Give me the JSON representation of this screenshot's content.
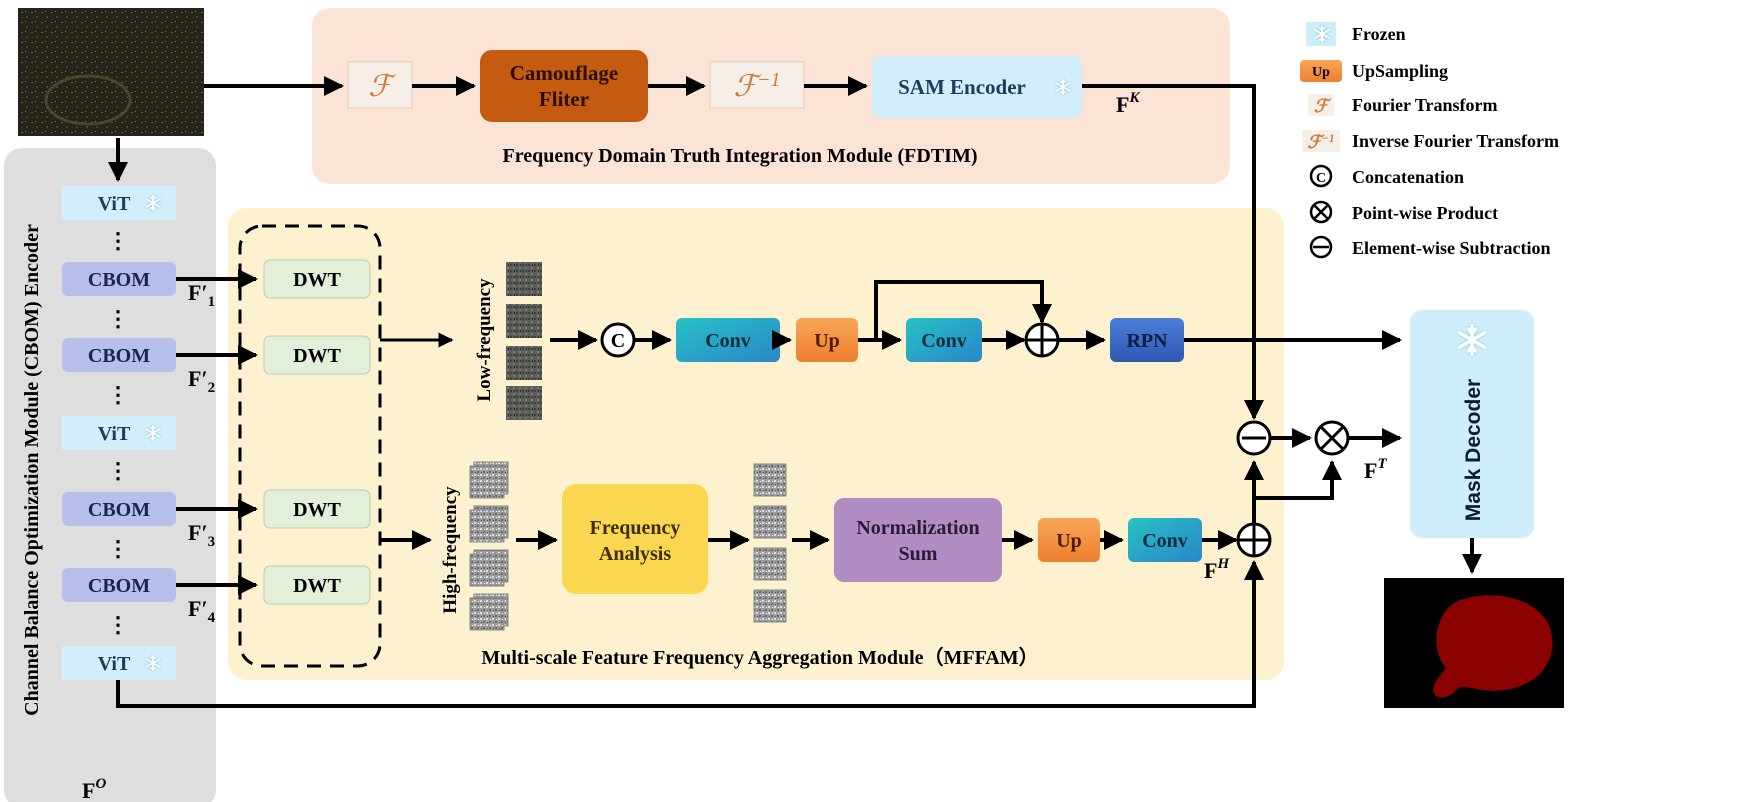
{
  "colors": {
    "fdtim_panel": "#fbe4d6",
    "mffam_panel": "#fdf1cf",
    "encoder_panel": "#dedede",
    "vit_block": "#d2eefb",
    "cbom_block": "#b5bfea",
    "dwt_block": "#e2f0d9",
    "camouflage_filter": "#c55a11",
    "conv_block": "#1aa6c4",
    "up_block": "#f2903d",
    "rpn_block": "#3a68c6",
    "frequency_analysis": "#fbd651",
    "normalization_sum": "#b28dc4",
    "mask_decoder": "#cfeefb",
    "mask_red": "#8b0000"
  },
  "encoder": {
    "title": "Channel Balance Optimization Module (CBOM) Encoder",
    "vit_label": "ViT",
    "cbom_label": "CBOM",
    "ellipsis": "⋮",
    "features": {
      "f1": {
        "base": "F",
        "prime": "′",
        "sub": "1"
      },
      "f2": {
        "base": "F",
        "prime": "′",
        "sub": "2"
      },
      "f3": {
        "base": "F",
        "prime": "′",
        "sub": "3"
      },
      "f4": {
        "base": "F",
        "prime": "′",
        "sub": "4"
      },
      "fo": {
        "base": "F",
        "sup": "O"
      }
    }
  },
  "fdtim": {
    "title": "Frequency Domain Truth Integration Module (FDTIM)",
    "fourier_symbol": "ℱ",
    "inverse_fourier_symbol": "ℱ",
    "inverse_sup": "−1",
    "camouflage_filter": [
      "Camouflage",
      "Fliter"
    ],
    "sam_encoder": "SAM Encoder",
    "fk": {
      "base": "F",
      "sup": "K"
    }
  },
  "mffam": {
    "title": "Multi-scale Feature Frequency Aggregation Module（MFFAM）",
    "dwt_label": "DWT",
    "low_frequency": "Low-frequency",
    "high_frequency": "High-frequency",
    "concat_symbol": "C",
    "conv_label": "Conv",
    "up_label": "Up",
    "rpn_label": "RPN",
    "frequency_analysis": [
      "Frequency",
      "Analysis"
    ],
    "normalization_sum": [
      "Normalization",
      "Sum"
    ],
    "fh": {
      "base": "F",
      "sup": "H"
    }
  },
  "decoder": {
    "label": "Mask Decoder",
    "ft": {
      "base": "F",
      "sup": "T"
    }
  },
  "legend": {
    "items": [
      {
        "icon": "snowflake-icon",
        "label": "Frozen"
      },
      {
        "icon": "upsampling-icon",
        "badge": "Up",
        "label": "UpSampling"
      },
      {
        "icon": "fourier-icon",
        "label": "Fourier Transform"
      },
      {
        "icon": "inverse-fourier-icon",
        "label": "Inverse Fourier Transform"
      },
      {
        "icon": "concatenation-icon",
        "symbol": "C",
        "label": "Concatenation"
      },
      {
        "icon": "pointwise-product-icon",
        "label": "Point-wise Product"
      },
      {
        "icon": "elementwise-subtraction-icon",
        "label": "Element-wise Subtraction"
      }
    ]
  }
}
